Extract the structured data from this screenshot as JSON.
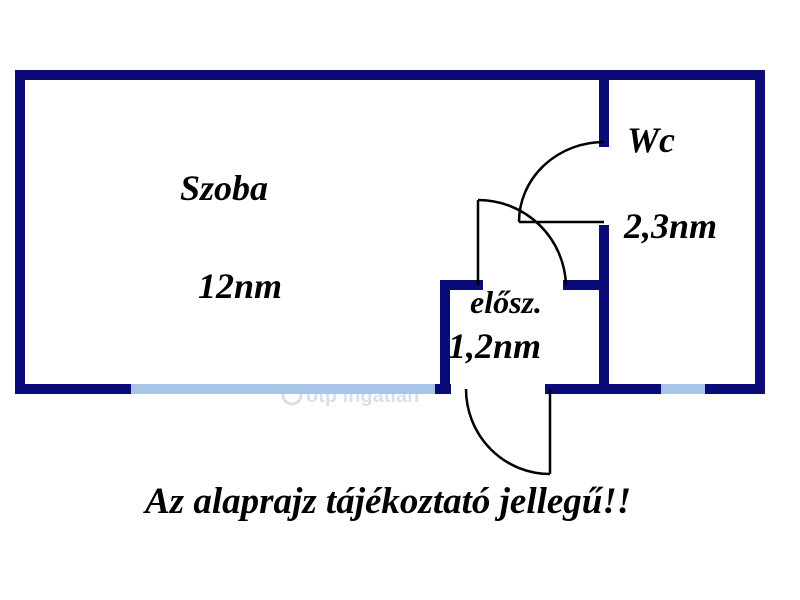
{
  "colors": {
    "wall": "#0a0a78",
    "window": "#a8c4e8",
    "door": "#000000",
    "text": "#000000",
    "watermark": "#d6dde8"
  },
  "rooms": {
    "szoba": {
      "name": "Szoba",
      "area": "12nm"
    },
    "wc": {
      "name": "Wc",
      "area": "2,3nm"
    },
    "eloszoba": {
      "name": "elősz.",
      "area": "1,2nm"
    }
  },
  "note": "Az alaprajz tájékoztató jellegű!!",
  "watermark": {
    "text": "otp ingatlan"
  }
}
